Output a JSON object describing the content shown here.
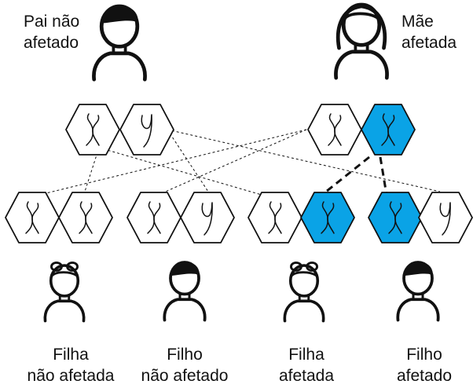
{
  "colors": {
    "affected_allele": "#0aa3e6",
    "outline": "#111111",
    "background": "#ffffff"
  },
  "parents": {
    "father": {
      "line1": "Pai não",
      "line2": "afetado",
      "alleles": [
        "X",
        "Y"
      ],
      "affected": [
        false,
        false
      ],
      "icon": "male-person-icon"
    },
    "mother": {
      "line1": "Mãe",
      "line2": "afetada",
      "alleles": [
        "X",
        "X"
      ],
      "affected": [
        false,
        true
      ],
      "icon": "female-person-icon"
    }
  },
  "children": [
    {
      "line1": "Filha",
      "line2": "não afetada",
      "alleles": [
        "X",
        "X"
      ],
      "affected": [
        false,
        false
      ],
      "icon": "girl-icon"
    },
    {
      "line1": "Filho",
      "line2": "não afetado",
      "alleles": [
        "X",
        "Y"
      ],
      "affected": [
        false,
        false
      ],
      "icon": "boy-icon"
    },
    {
      "line1": "Filha",
      "line2": "afetada",
      "alleles": [
        "X",
        "X"
      ],
      "affected": [
        false,
        true
      ],
      "icon": "girl-icon"
    },
    {
      "line1": "Filho",
      "line2": "afetado",
      "alleles": [
        "X",
        "Y"
      ],
      "affected": [
        true,
        false
      ],
      "icon": "boy-icon"
    }
  ]
}
